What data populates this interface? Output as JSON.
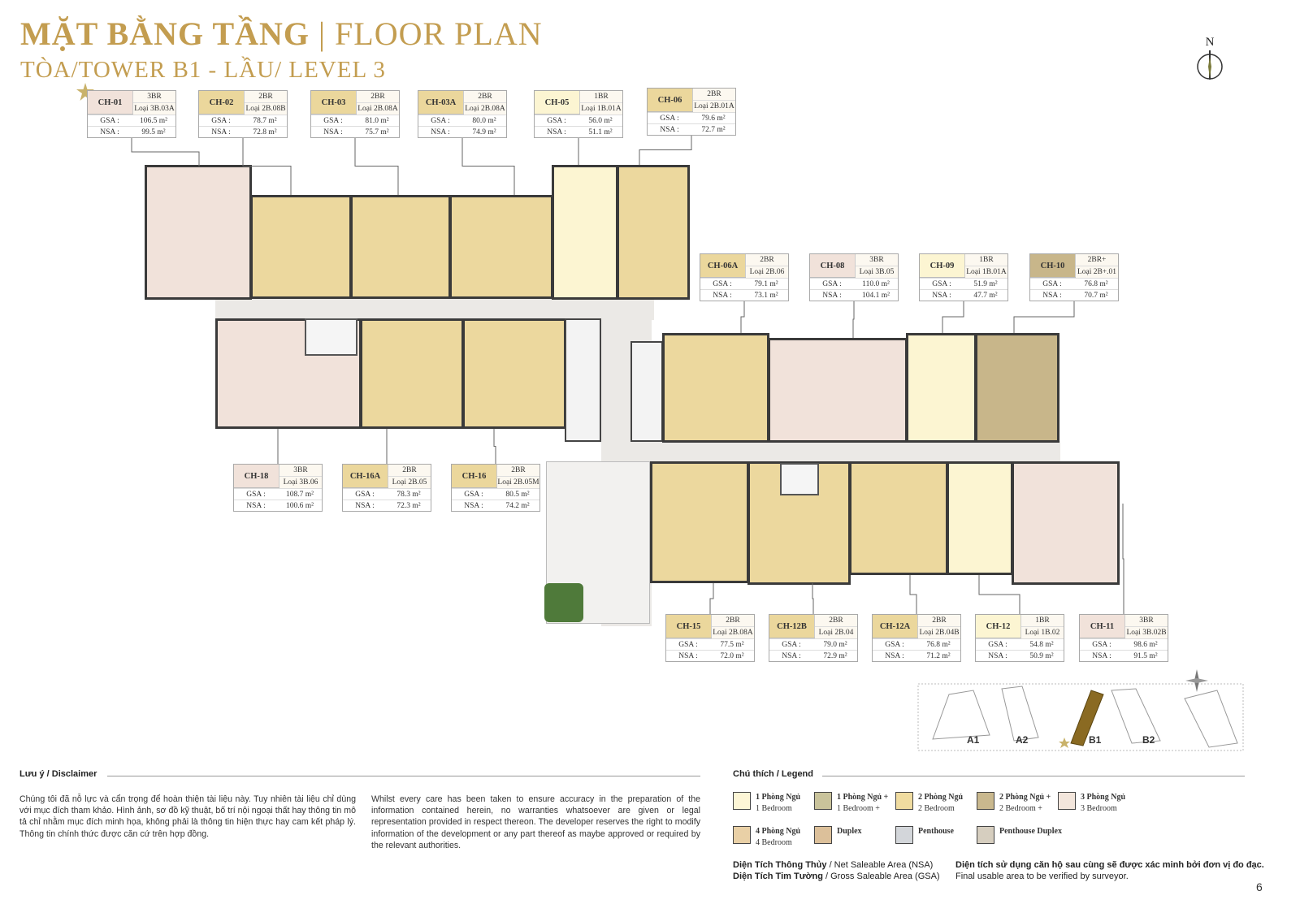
{
  "header": {
    "title_vn": "MẶT BẰNG TẦNG",
    "separator": "|",
    "title_en": "FLOOR PLAN",
    "subtitle": "TÒA/TOWER B1 - LẦU/ LEVEL 3"
  },
  "north_label": "N",
  "area_labels": {
    "gsa": "GSA :",
    "nsa": "NSA :"
  },
  "units": [
    {
      "id": "CH-01",
      "type": "3BR",
      "loai": "Loại 3B.03A",
      "gsa": "106.5 m²",
      "nsa": "99.5 m²",
      "color": "#f1e2da"
    },
    {
      "id": "CH-02",
      "type": "2BR",
      "loai": "Loại 2B.08B",
      "gsa": "78.7 m²",
      "nsa": "72.8 m²",
      "color": "#ebd79c"
    },
    {
      "id": "CH-03",
      "type": "2BR",
      "loai": "Loại 2B.08A",
      "gsa": "81.0 m²",
      "nsa": "75.7 m²",
      "color": "#ebd79c"
    },
    {
      "id": "CH-03A",
      "type": "2BR",
      "loai": "Loại 2B.08A",
      "gsa": "80.0 m²",
      "nsa": "74.9 m²",
      "color": "#ebd79c"
    },
    {
      "id": "CH-05",
      "type": "1BR",
      "loai": "Loại 1B.01A",
      "gsa": "56.0 m²",
      "nsa": "51.1 m²",
      "color": "#fcf5d2"
    },
    {
      "id": "CH-06",
      "type": "2BR",
      "loai": "Loại 2B.01A",
      "gsa": "79.6 m²",
      "nsa": "72.7 m²",
      "color": "#ebd79c"
    },
    {
      "id": "CH-06A",
      "type": "2BR",
      "loai": "Loại 2B.06",
      "gsa": "79.1 m²",
      "nsa": "73.1 m²",
      "color": "#ebd79c"
    },
    {
      "id": "CH-08",
      "type": "3BR",
      "loai": "Loại 3B.05",
      "gsa": "110.0 m²",
      "nsa": "104.1 m²",
      "color": "#f1e2da"
    },
    {
      "id": "CH-09",
      "type": "1BR",
      "loai": "Loại 1B.01A",
      "gsa": "51.9 m²",
      "nsa": "47.7 m²",
      "color": "#fcf5d2"
    },
    {
      "id": "CH-10",
      "type": "2BR+",
      "loai": "Loại 2B+.01",
      "gsa": "76.8 m²",
      "nsa": "70.7 m²",
      "color": "#c8b68a"
    },
    {
      "id": "CH-18",
      "type": "3BR",
      "loai": "Loại 3B.06",
      "gsa": "108.7 m²",
      "nsa": "100.6 m²",
      "color": "#f1e2da"
    },
    {
      "id": "CH-16A",
      "type": "2BR",
      "loai": "Loại 2B.05",
      "gsa": "78.3 m²",
      "nsa": "72.3 m²",
      "color": "#ebd79c"
    },
    {
      "id": "CH-16",
      "type": "2BR",
      "loai": "Loại 2B.05M",
      "gsa": "80.5 m²",
      "nsa": "74.2 m²",
      "color": "#ebd79c"
    },
    {
      "id": "CH-15",
      "type": "2BR",
      "loai": "Loại 2B.08A",
      "gsa": "77.5 m²",
      "nsa": "72.0 m²",
      "color": "#ebd79c"
    },
    {
      "id": "CH-12B",
      "type": "2BR",
      "loai": "Loại 2B.04",
      "gsa": "79.0 m²",
      "nsa": "72.9 m²",
      "color": "#ebd79c"
    },
    {
      "id": "CH-12A",
      "type": "2BR",
      "loai": "Loại 2B.04B",
      "gsa": "76.8 m²",
      "nsa": "71.2 m²",
      "color": "#ebd79c"
    },
    {
      "id": "CH-12",
      "type": "1BR",
      "loai": "Loại 1B.02",
      "gsa": "54.8 m²",
      "nsa": "50.9 m²",
      "color": "#fcf5d2"
    },
    {
      "id": "CH-11",
      "type": "3BR",
      "loai": "Loại 3B.02B",
      "gsa": "98.6 m²",
      "nsa": "91.5 m²",
      "color": "#f1e2da"
    }
  ],
  "keymap": {
    "labels": [
      "A1",
      "A2",
      "B1",
      "B2"
    ],
    "highlight": "B1"
  },
  "disclaimer": {
    "heading": "Lưu ý / Disclaimer",
    "vn": "Chúng tôi đã nỗ lực và cẩn trọng để hoàn thiện tài liệu này. Tuy nhiên tài liệu chỉ dùng với mục đích tham khảo. Hình ảnh, sơ đồ kỹ thuật, bố trí nội ngoại thất hay thông tin mô tả chỉ nhằm mục đích minh họa, không phải là thông tin hiện thực hay cam kết pháp lý. Thông tin chính thức được căn cứ trên hợp đồng.",
    "en": "Whilst every care has been taken to ensure accuracy in the preparation of the information contained herein, no warranties whatsoever are given or legal representation provided in respect thereon. The developer reserves the right to modify information of the development or any part thereof as maybe approved or required by the relevant authorities."
  },
  "legend": {
    "heading": "Chú thích / Legend",
    "items": [
      {
        "vn": "1 Phòng Ngủ",
        "en": "1 Bedroom",
        "color": "#fdf6d6"
      },
      {
        "vn": "1 Phòng Ngủ +",
        "en": "1 Bedroom +",
        "color": "#c9c39b"
      },
      {
        "vn": "2 Phòng Ngủ",
        "en": "2 Bedroom",
        "color": "#f0dca0"
      },
      {
        "vn": "2 Phòng Ngủ +",
        "en": "2 Bedroom +",
        "color": "#c9b88e"
      },
      {
        "vn": "3 Phòng Ngủ",
        "en": "3 Bedroom",
        "color": "#f3e6dc"
      },
      {
        "vn": "4 Phòng Ngủ",
        "en": "4 Bedroom",
        "color": "#e9d0a6"
      },
      {
        "vn": "Duplex",
        "en": "",
        "color": "#dcc09a"
      },
      {
        "vn": "Penthouse",
        "en": "",
        "color": "#d3d6da"
      },
      {
        "vn": "Penthouse Duplex",
        "en": "",
        "color": "#d6cebf"
      }
    ],
    "nsa_vn": "Diện Tích Thông Thủy",
    "nsa_en": "/ Net Saleable Area (NSA)",
    "gsa_vn": "Diện Tích Tim Tường",
    "gsa_en": "/ Gross Saleable Area (GSA)",
    "note_vn": "Diện tích sử dụng căn hộ sau cùng sẽ được xác minh bởi đơn vị đo đạc.",
    "note_en": "Final usable area to be verified by surveyor."
  },
  "page_number": "6"
}
